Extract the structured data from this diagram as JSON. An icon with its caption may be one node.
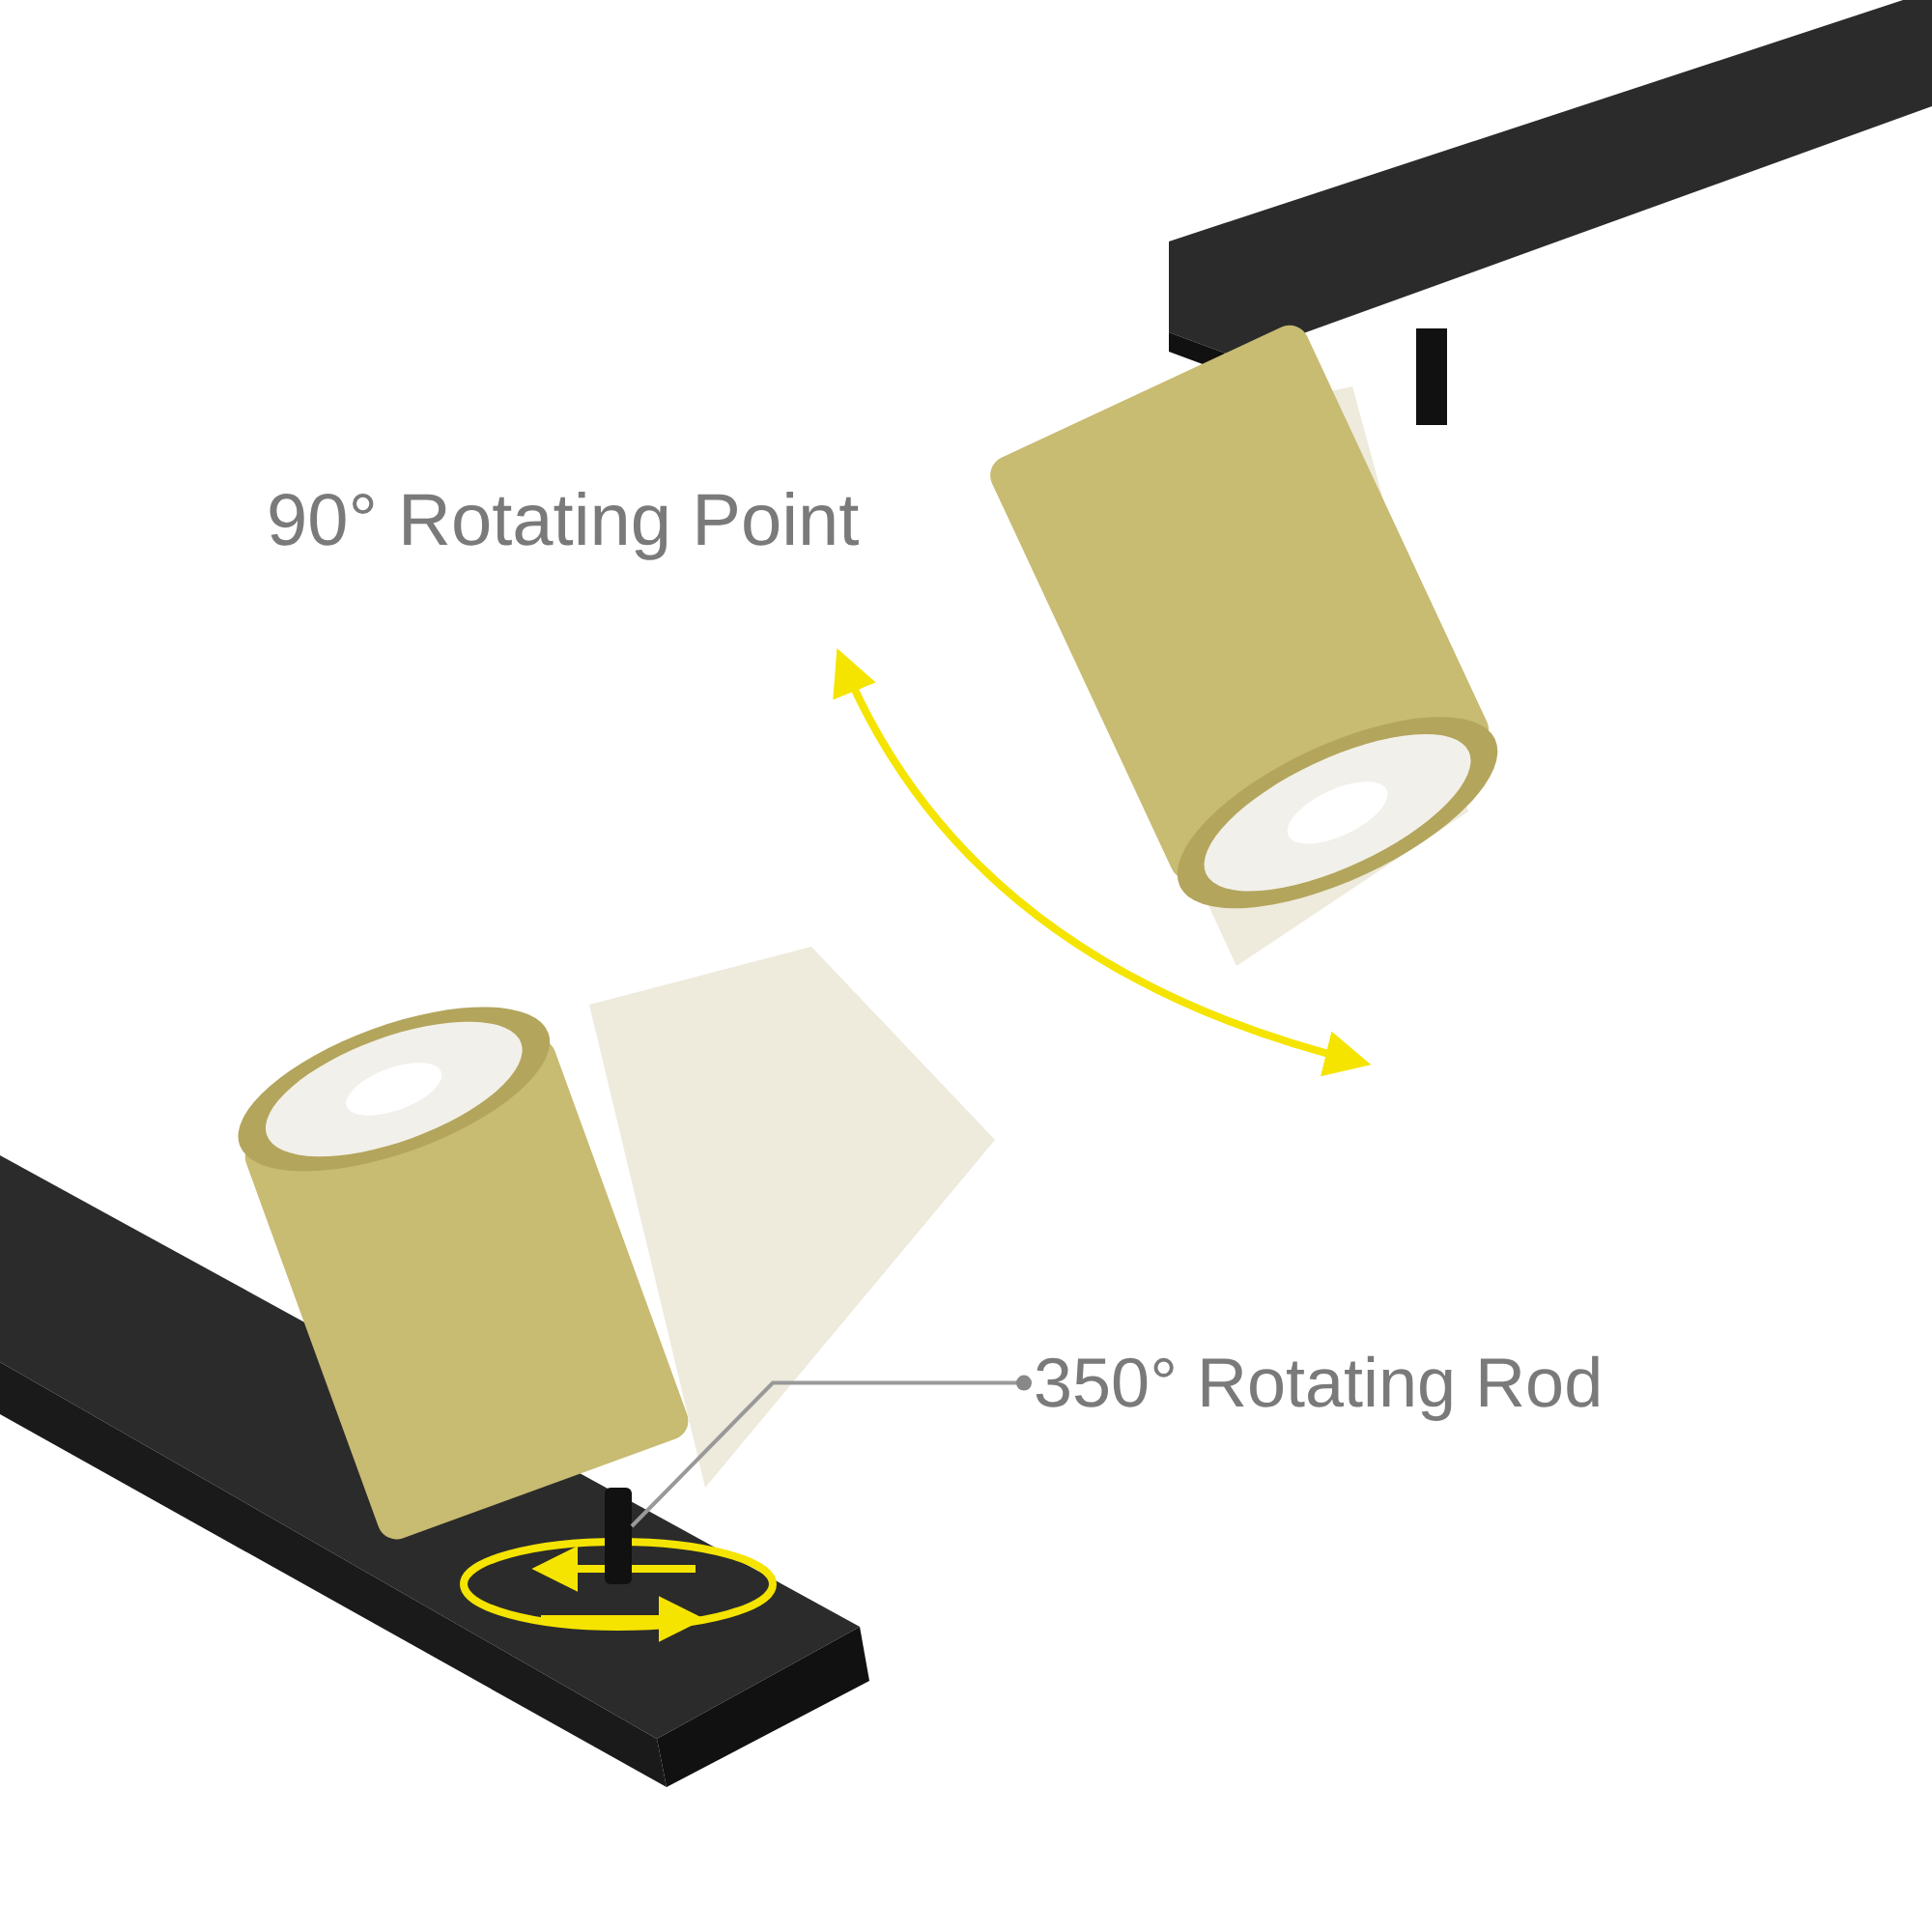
{
  "diagram": {
    "nodes": [
      {
        "text": [
          "350° Rotating Rod"
        ]
      },
      {
        "text": [],
        "shape": "bar"
      }
    ],
    "edges": [
      {
        "from": 0,
        "to": 1,
        "arrow": "other"
      }
    ],
    "labels": [
      "90° Rotating Point"
    ]
  }
}
